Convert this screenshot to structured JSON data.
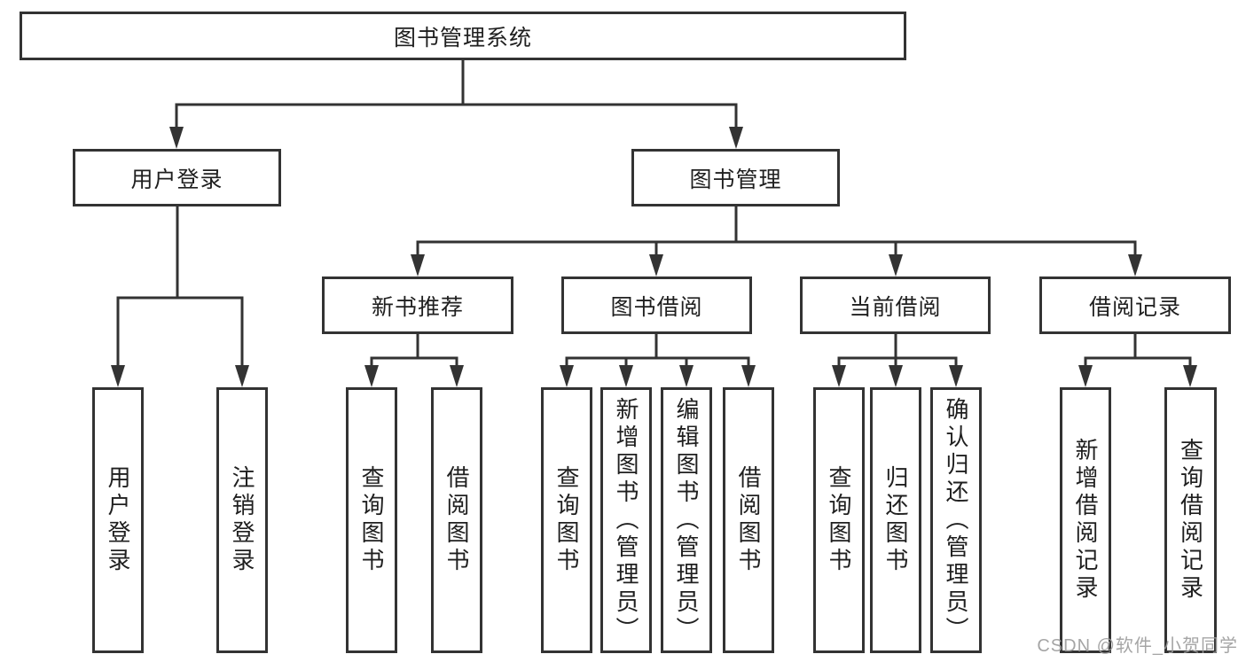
{
  "diagram": {
    "title": "图书管理系统",
    "level2": [
      "用户登录",
      "图书管理"
    ],
    "level3": [
      "新书推荐",
      "图书借阅",
      "当前借阅",
      "借阅记录"
    ],
    "leaves": [
      "用户登录",
      "注销登录",
      "查询图书",
      "借阅图书",
      "查询图书",
      "新增图书（管理员）",
      "编辑图书（管理员）",
      "借阅图书",
      "查询图书",
      "归还图书",
      "确认归还（管理员）",
      "新增借阅记录",
      "查询借阅记录"
    ],
    "watermark": "CSDN @软件_小贺同学",
    "colors": {
      "line": "#333333",
      "text": "#1f1f1f",
      "watermark": "#9b9b9b",
      "background": "#ffffff"
    }
  }
}
